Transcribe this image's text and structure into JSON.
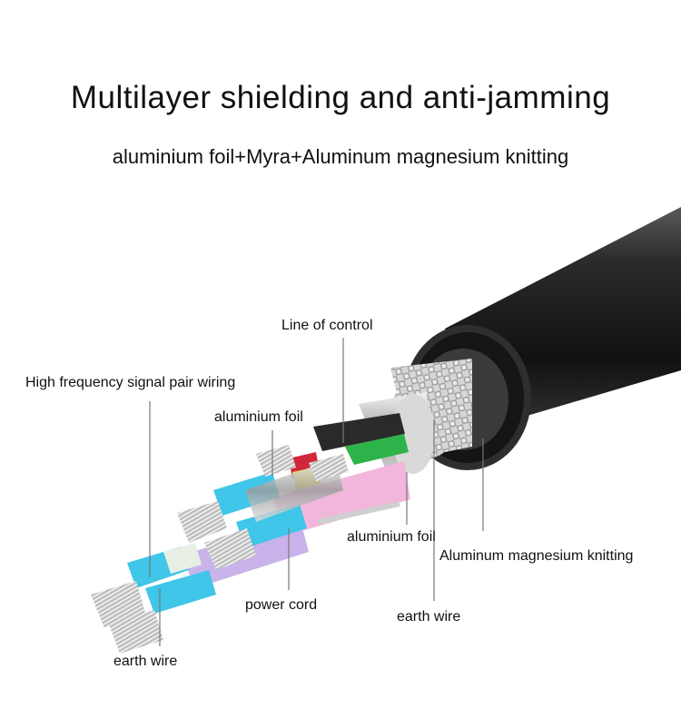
{
  "title": "Multilayer shielding and anti-jamming",
  "subtitle": "aluminium foil+Myra+Aluminum magnesium knitting",
  "labels": {
    "line_of_control": "Line of control",
    "high_frequency": "High frequency signal pair wiring",
    "aluminium_foil_top": "aluminium foil",
    "aluminium_foil_bottom": "aluminium foil",
    "aluminum_knitting": "Aluminum magnesium knitting",
    "power_cord": "power cord",
    "earth_wire_left": "earth wire",
    "earth_wire_right": "earth wire"
  },
  "colors": {
    "jacket": "#1b1b1b",
    "braid": "#c9c9c9",
    "cyan": "#3fc6e8",
    "pink": "#f2b6dc",
    "lavender": "#c9b3ea",
    "green": "#2db34a",
    "red": "#d0283a",
    "yellow": "#e9d54a"
  }
}
